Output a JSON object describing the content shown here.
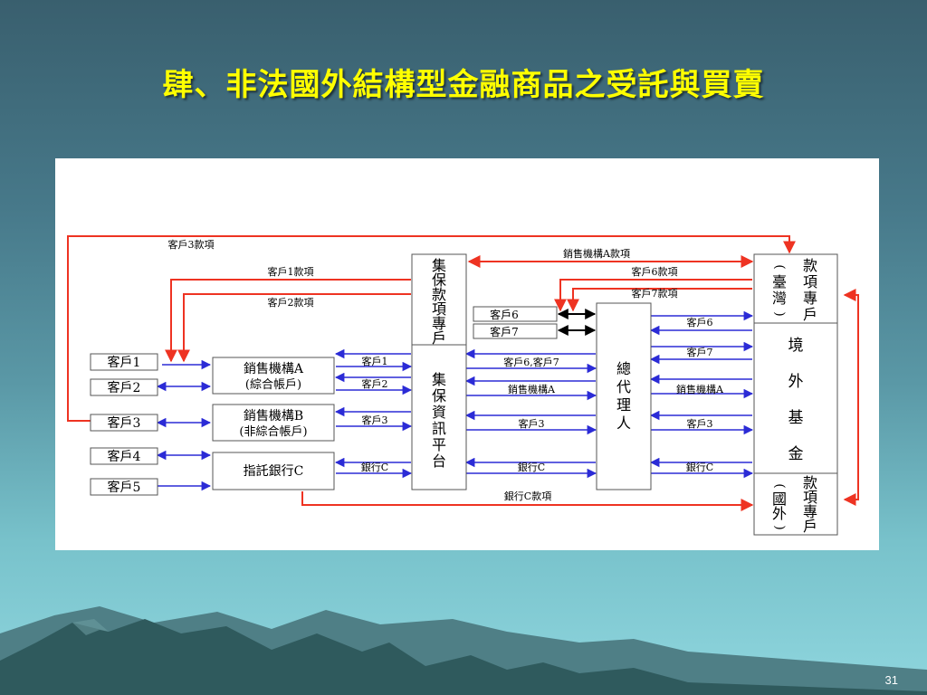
{
  "slide": {
    "title": "肆、非法國外結構型金融商品之受託與買賣",
    "page_number": "31"
  },
  "diagram": {
    "clients": [
      "客戶1",
      "客戶2",
      "客戶3",
      "客戶4",
      "客戶5"
    ],
    "client6": "客戶6",
    "client7": "客戶7",
    "seller_a": {
      "name": "銷售機構A",
      "note": "(綜合帳戶)"
    },
    "seller_b": {
      "name": "銷售機構B",
      "note": "(非綜合帳戶)"
    },
    "trust_bank": "指託銀行C",
    "custody_account": [
      "集",
      "保",
      "款",
      "項",
      "專",
      "戶"
    ],
    "custody_platform": [
      "集",
      "保",
      "資",
      "訊",
      "平",
      "台"
    ],
    "master_agent": [
      "總",
      "代",
      "理",
      "人"
    ],
    "account_taiwan": {
      "main": [
        "款",
        "項",
        "專",
        "戶"
      ],
      "paren": [
        "(",
        "臺",
        "灣",
        ")"
      ]
    },
    "offshore_fund": [
      "境",
      "外",
      "基",
      "金"
    ],
    "account_foreign": {
      "main": [
        "款",
        "項",
        "專",
        "戶"
      ],
      "paren": [
        "(",
        "國",
        "外",
        ")"
      ]
    },
    "flow_labels": {
      "client3_funds": "客戶3款項",
      "client1_funds": "客戶1款項",
      "client2_funds": "客戶2款項",
      "seller_a_funds": "銷售機構A款項",
      "client6_funds": "客戶6款項",
      "client7_funds": "客戶7款項",
      "client6_short": "客戶6",
      "client7_short": "客戶7",
      "c1": "客戶1",
      "c2": "客戶2",
      "c3": "客戶3",
      "c3_agent": "客戶3",
      "c3_fund": "客戶3",
      "c67": "客戶6,客戶7",
      "seller_a_agent": "銷售機構A",
      "seller_a_fund": "銷售機構A",
      "bank_c_platform": "銀行C",
      "bank_c_agent": "銀行C",
      "bank_c_fund": "銀行C",
      "bank_c_funds": "銀行C款項"
    }
  },
  "colors": {
    "title": "#ffff00",
    "arrow_blue": "#2b2bd6",
    "arrow_red": "#ee3322"
  }
}
